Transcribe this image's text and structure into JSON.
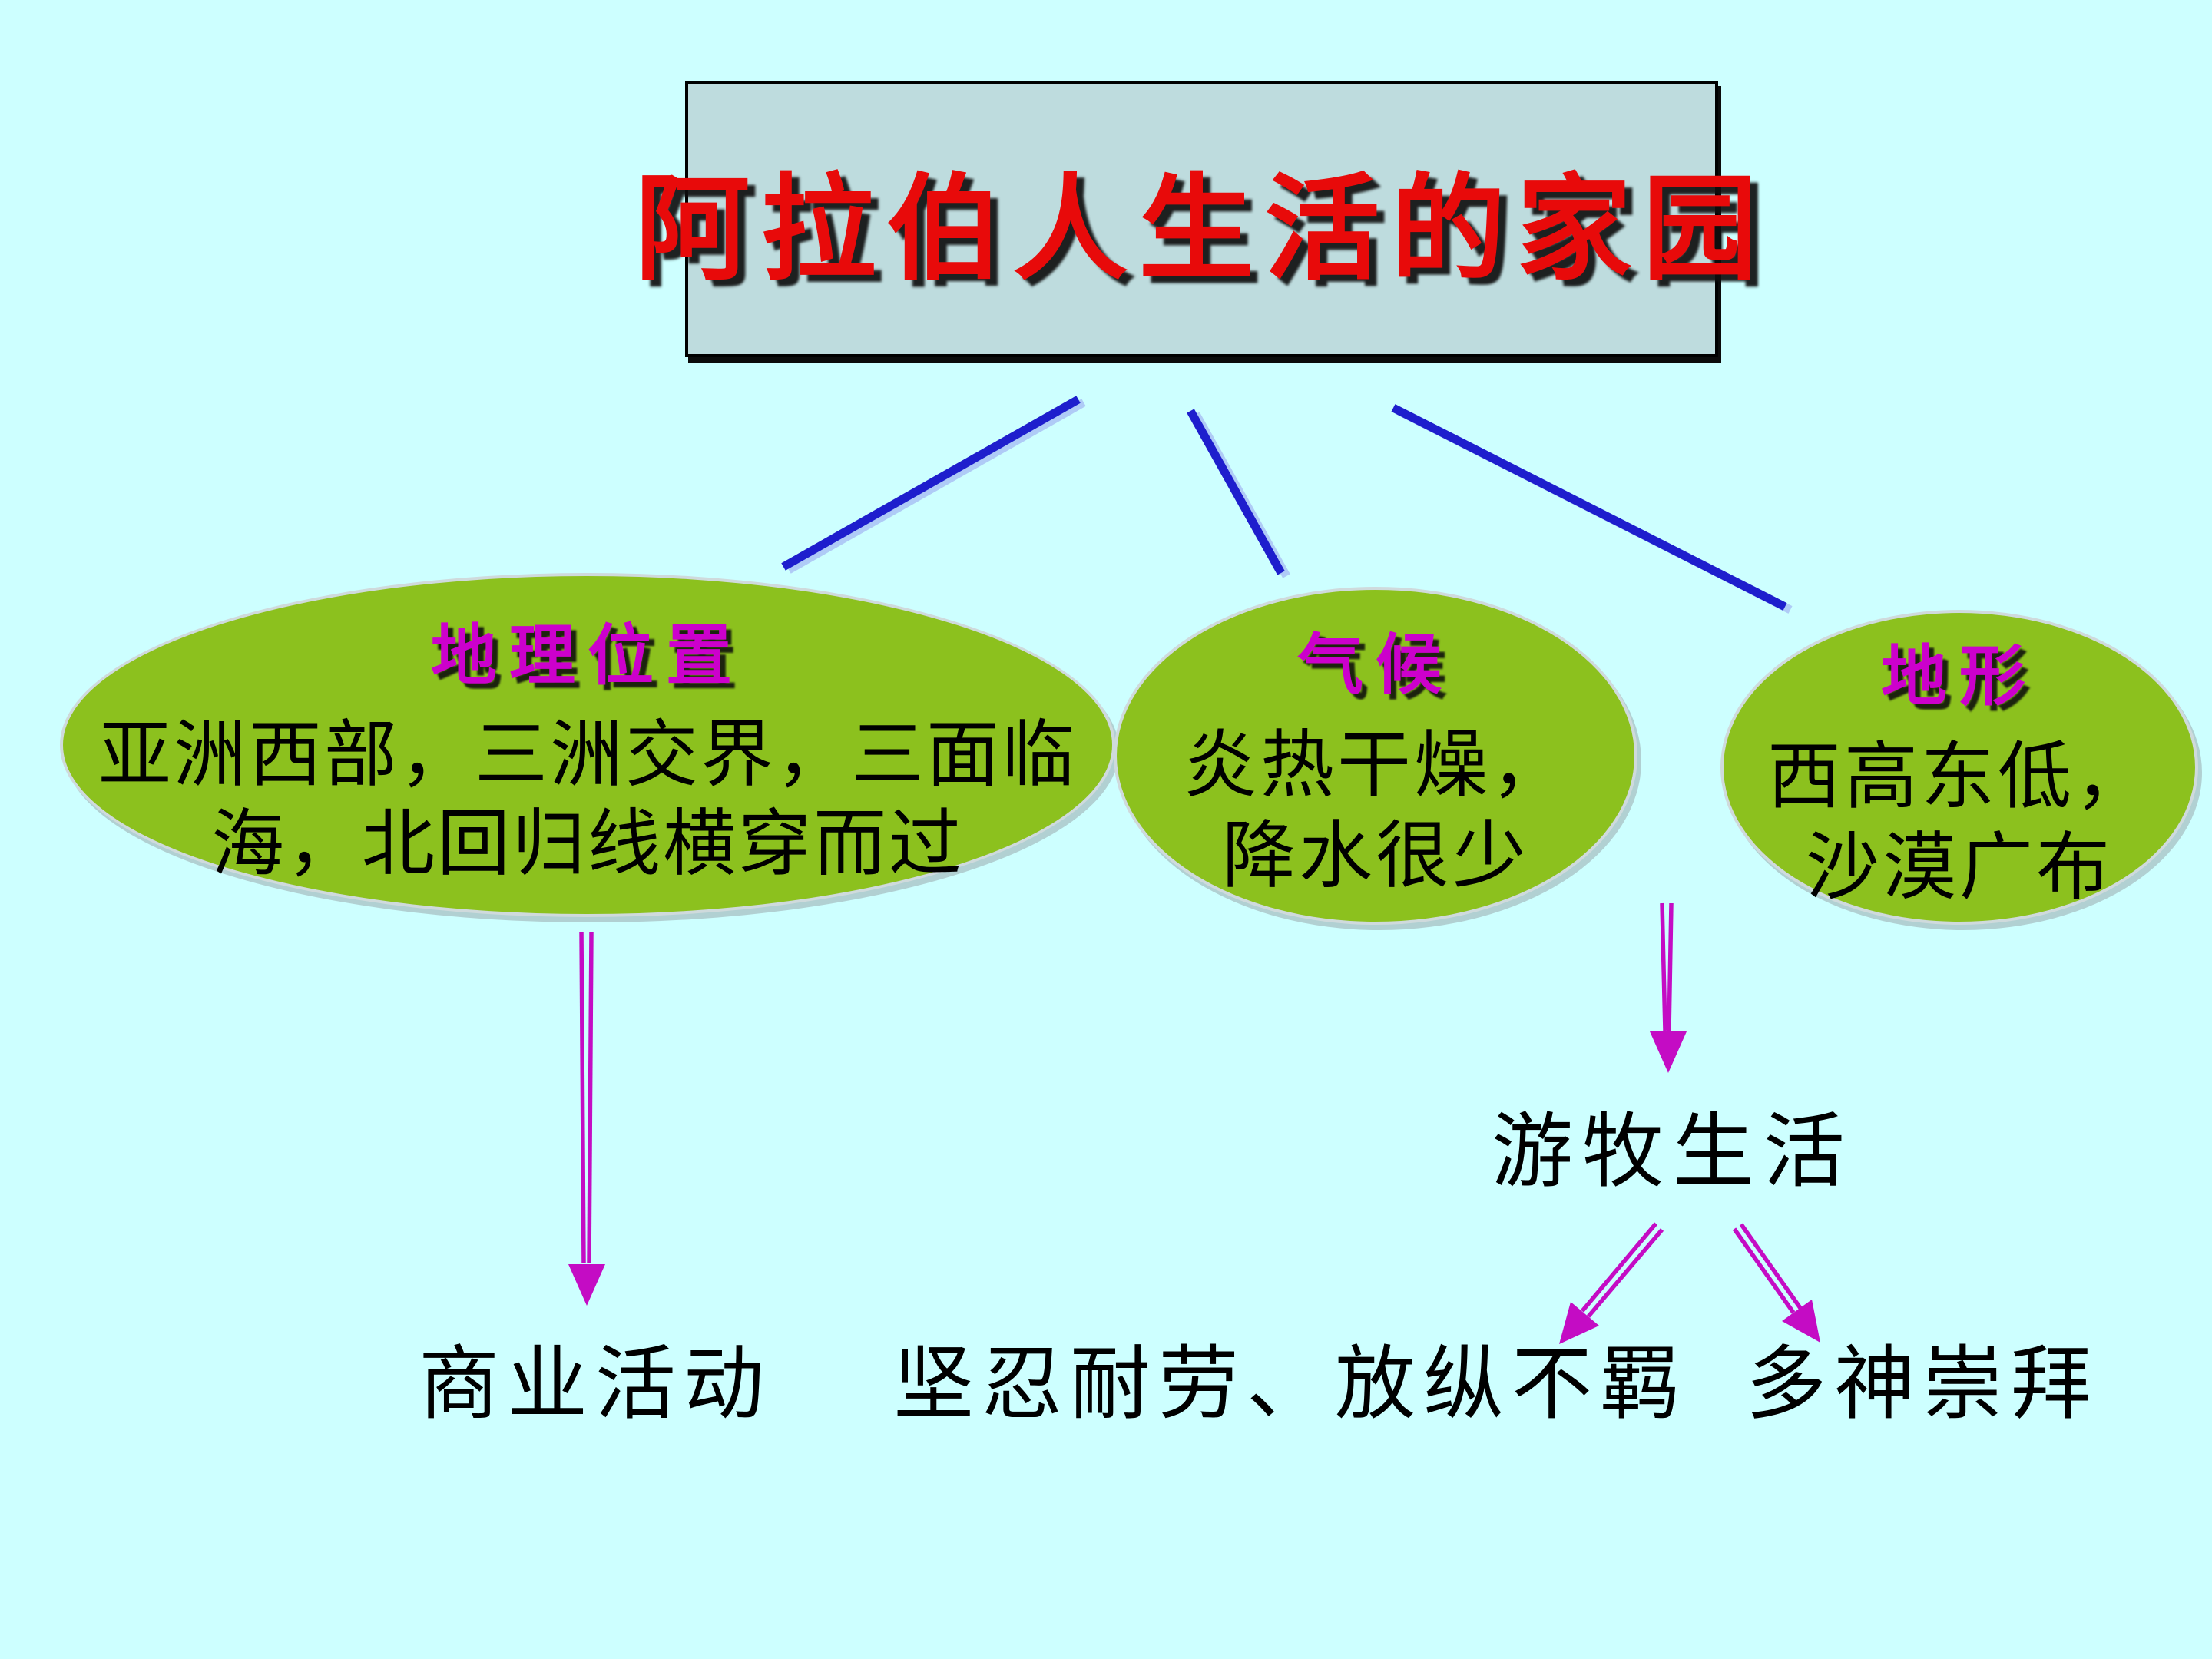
{
  "slide": {
    "title": {
      "text": "阿拉伯人生活的家园"
    },
    "branches": [
      {
        "title": "地理位置",
        "body": "亚洲西部，三洲交界，三面临\n海，北回归线横穿而过"
      },
      {
        "title": "气候",
        "body": "炎热干燥，\n降水很少"
      },
      {
        "title": "地形",
        "body": "西高东低，\n沙漠广布"
      }
    ],
    "derived": {
      "nomadic_label": "游牧生活"
    },
    "outcomes": [
      {
        "label": "商业活动"
      },
      {
        "label": "坚忍耐劳、放纵不羁"
      },
      {
        "label": "多神崇拜"
      }
    ],
    "colors": {
      "background": "#CDFFFF",
      "title_box_fill": "#BEDCDE",
      "title_text": "#E80A0A",
      "ellipse_fill": "#8CC11E",
      "branch_title_text": "#CC00CC",
      "connector_blue": "#1E1ECD",
      "arrow_magenta": "#C40CC4",
      "body_text": "#000000"
    }
  }
}
